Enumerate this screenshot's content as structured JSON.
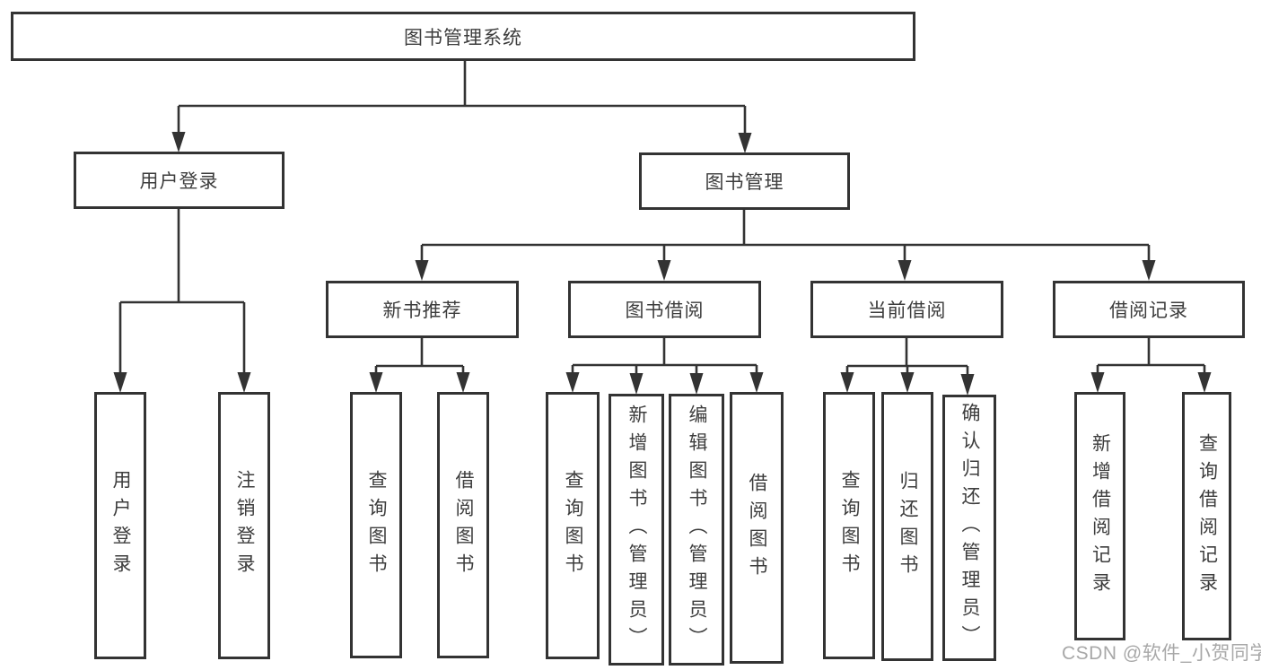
{
  "tree": {
    "label": "图书管理系统",
    "children": [
      {
        "label": "用户登录",
        "children": [
          {
            "label": "用户登录"
          },
          {
            "label": "注销登录"
          }
        ]
      },
      {
        "label": "图书管理",
        "children": [
          {
            "label": "新书推荐",
            "children": [
              {
                "label": "查询图书"
              },
              {
                "label": "借阅图书"
              }
            ]
          },
          {
            "label": "图书借阅",
            "children": [
              {
                "label": "查询图书"
              },
              {
                "label": "新增图书（管理员）"
              },
              {
                "label": "编辑图书（管理员）"
              },
              {
                "label": "借阅图书"
              }
            ]
          },
          {
            "label": "当前借阅",
            "children": [
              {
                "label": "查询图书"
              },
              {
                "label": "归还图书"
              },
              {
                "label": "确认归还（管理员）"
              }
            ]
          },
          {
            "label": "借阅记录",
            "children": [
              {
                "label": "新增借阅记录"
              },
              {
                "label": "查询借阅记录"
              }
            ]
          }
        ]
      }
    ]
  },
  "watermark": {
    "text": "CSDN @软件_小贺同学"
  },
  "colors": {
    "line": "#333333",
    "text": "#3d3d3d",
    "box_fill": "#ffffff",
    "watermark": "#a8a8a8",
    "background": "#ffffff"
  }
}
